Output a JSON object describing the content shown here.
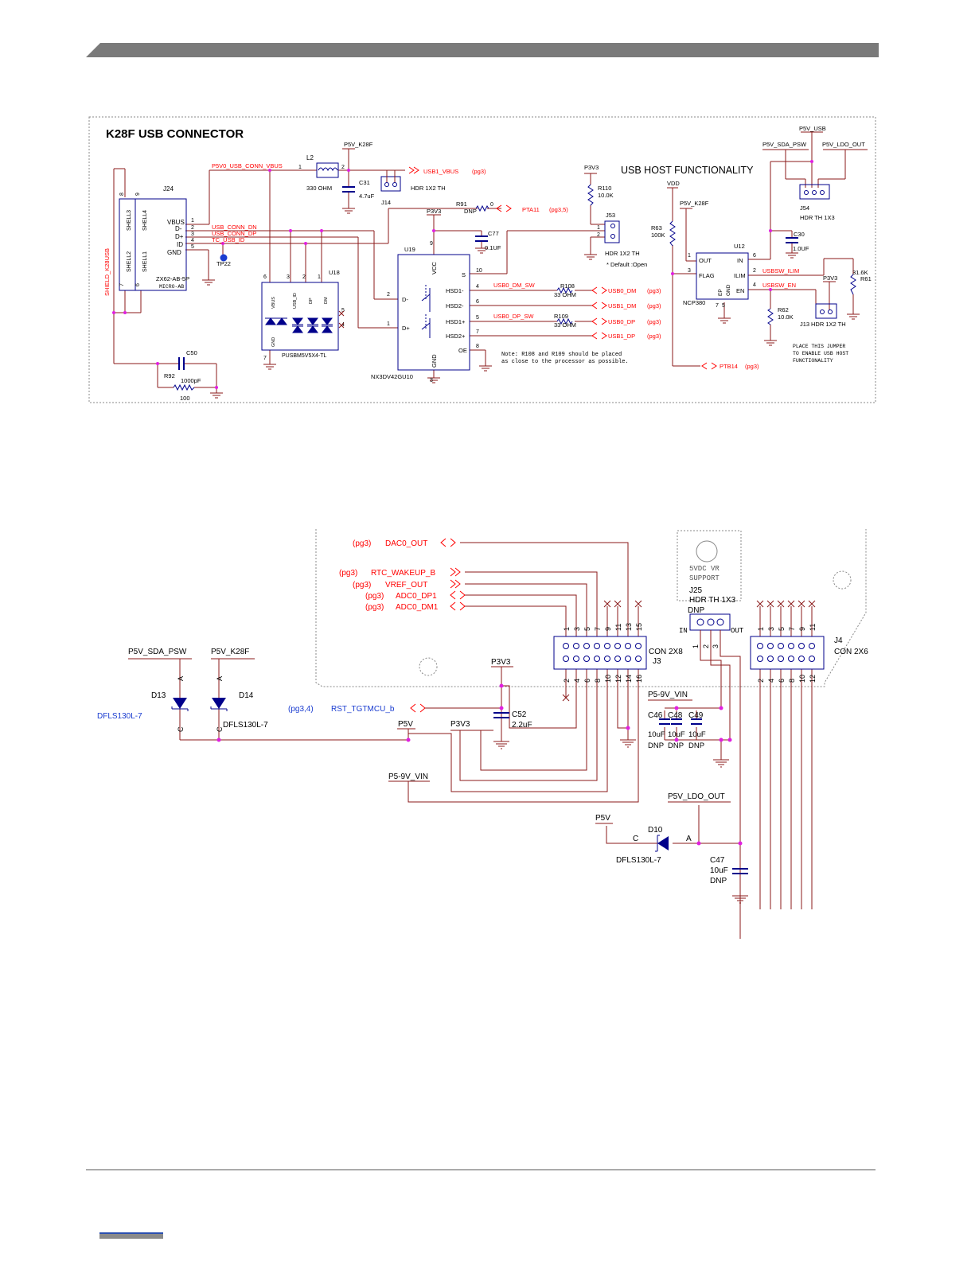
{
  "colors": {
    "wire": "#8b1a1a",
    "net": "#ff0000",
    "part": "#00008b",
    "label": "#000000",
    "junction": "#e020e0",
    "header": "#777777"
  },
  "upper": {
    "title": "K28F USB CONNECTOR",
    "section_label": "USB HOST FUNCTIONALITY",
    "j24": {
      "ref": "J24",
      "part": "ZX62-AB-5P",
      "sub": "MICRO-AB",
      "pins": [
        "VBUS",
        "D-",
        "D+",
        "ID",
        "GND"
      ],
      "nums": [
        "1",
        "2",
        "3",
        "4",
        "5"
      ],
      "shells": [
        "SHELL3",
        "SHELL4",
        "SHELL2",
        "SHELL1"
      ],
      "shell_nums": [
        "8",
        "9",
        "7",
        "6"
      ]
    },
    "shield_net": "SHIELD_K28USB",
    "nets": {
      "vbus": "P5V0_USB_CONN_VBUS",
      "dn": "USB_CONN_DN",
      "dp": "USB_CONN_DP",
      "id": "TC_USB_ID",
      "usb1_vbus": "USB1_VBUS",
      "pta11": "PTA11",
      "ptb14": "PTB14",
      "usb0_dm_sw": "USB0_DM_SW",
      "usb0_dp_sw": "USB0_DP_SW",
      "usb0_dm": "USB0_DM",
      "usb1_dm": "USB1_DM",
      "usb0_dp": "USB0_DP",
      "usb1_dp": "USB1_DP",
      "usbsw_ilim": "USBSW_ILIM",
      "usbsw_en": "USBSW_EN"
    },
    "refs": {
      "pg3": "(pg3)",
      "pg35": "(pg3,5)"
    },
    "power": {
      "p5v_k28f": "P5V_K28F",
      "p3v3": "P3V3",
      "vdd": "VDD",
      "p5v_usb": "P5V_USB",
      "p5v_sda_psw": "P5V_SDA_PSW",
      "p5v_ldo_out": "P5V_LDO_OUT"
    },
    "l2": {
      "ref": "L2",
      "value": "330 OHM"
    },
    "c31": {
      "ref": "C31",
      "value": "4.7uF"
    },
    "j14": {
      "ref": "J14",
      "value": "HDR 1X2 TH"
    },
    "r91": {
      "ref": "R91",
      "value": "DNP",
      "pin": "0"
    },
    "r110": {
      "ref": "R110",
      "value": "10.0K"
    },
    "j53": {
      "ref": "J53",
      "value": "HDR 1X2 TH",
      "note": "* Default :Open"
    },
    "c77": {
      "ref": "C77",
      "value": "0.1UF"
    },
    "u19": {
      "ref": "U19",
      "part": "NX3DV42GU10",
      "pins": [
        "VCC",
        "D-",
        "D+",
        "S",
        "HSD1-",
        "HSD2-",
        "HSD1+",
        "HSD2+",
        "OE",
        "GND"
      ]
    },
    "u18": {
      "ref": "U18",
      "part": "PUSBM5V5X4-TL",
      "pins": [
        "VBUS",
        "USB_ID",
        "DP",
        "DM",
        "GND"
      ]
    },
    "tp22": "TP22",
    "r108": {
      "ref": "R108",
      "value": "33 OHM"
    },
    "r109": {
      "ref": "R109",
      "value": "33 OHM"
    },
    "note": [
      "Note: R108 and R109 should be placed",
      "as close to the processor as possible."
    ],
    "c50": {
      "ref": "C50",
      "value": "1000pF"
    },
    "r92": {
      "ref": "R92",
      "value": "100"
    },
    "r63": {
      "ref": "R63",
      "value": "100K"
    },
    "u12": {
      "ref": "U12",
      "part": "NCP380",
      "pins": [
        "OUT",
        "FLAG",
        "IN",
        "ILIM",
        "EN",
        "EP",
        "GND"
      ]
    },
    "c30": {
      "ref": "C30",
      "value": "1.0UF"
    },
    "j54": {
      "ref": "J54",
      "value": "HDR TH 1X3"
    },
    "r62": {
      "ref": "R62",
      "value": "10.0K"
    },
    "r61": {
      "ref": "R61",
      "value": "31.6K"
    },
    "j13": {
      "ref": "J13",
      "value": "HDR 1X2 TH"
    },
    "jumper_note": [
      "PLACE THIS JUMPER",
      "TO ENABLE USB HOST",
      "FUNCTIONALITY"
    ]
  },
  "lower": {
    "signals": [
      {
        "ref": "(pg3)",
        "name": "DAC0_OUT"
      },
      {
        "ref": "(pg3)",
        "name": "RTC_WAKEUP_B"
      },
      {
        "ref": "(pg3)",
        "name": "VREF_OUT"
      },
      {
        "ref": "(pg3)",
        "name": "ADC0_DP1"
      },
      {
        "ref": "(pg3)",
        "name": "ADC0_DM1"
      }
    ],
    "rst": {
      "ref": "(pg3,4)",
      "name": "RST_TGTMCU_b"
    },
    "j3": {
      "ref": "J3",
      "value": "CON 2X8",
      "top": [
        "1",
        "3",
        "5",
        "7",
        "9",
        "11",
        "13",
        "15"
      ],
      "bottom": [
        "2",
        "4",
        "6",
        "8",
        "10",
        "12",
        "14",
        "16"
      ]
    },
    "j4": {
      "ref": "J4",
      "value": "CON 2X6",
      "top": [
        "1",
        "3",
        "5",
        "7",
        "9",
        "11"
      ],
      "bottom": [
        "2",
        "4",
        "6",
        "8",
        "10",
        "12"
      ]
    },
    "j25": {
      "ref": "J25",
      "value": "HDR TH 1X3",
      "dnp": "DNP",
      "in": "IN",
      "out": "OUT",
      "pins": [
        "1",
        "2",
        "3"
      ]
    },
    "vr_note": [
      "5VDC VR",
      "SUPPORT"
    ],
    "d13": {
      "ref": "D13",
      "part": "DFLS130L-7",
      "net": "P5V_SDA_PSW"
    },
    "d14": {
      "ref": "D14",
      "part": "DFLS130L-7",
      "net": "P5V_K28F"
    },
    "d10": {
      "ref": "D10",
      "part": "DFLS130L-7"
    },
    "anode": "A",
    "cathode": "C",
    "c52": {
      "ref": "C52",
      "value": "2.2uF"
    },
    "caps": [
      {
        "ref": "C46",
        "value": "10uF",
        "dnp": "DNP"
      },
      {
        "ref": "C48",
        "value": "10uF",
        "dnp": "DNP"
      },
      {
        "ref": "C49",
        "value": "10uF",
        "dnp": "DNP"
      }
    ],
    "c47": {
      "ref": "C47",
      "value": "10uF",
      "dnp": "DNP"
    },
    "power": {
      "p3v3": "P3V3",
      "p5v": "P5V",
      "p59v": "P5-9V_VIN",
      "p5v_ldo_out": "P5V_LDO_OUT"
    }
  }
}
